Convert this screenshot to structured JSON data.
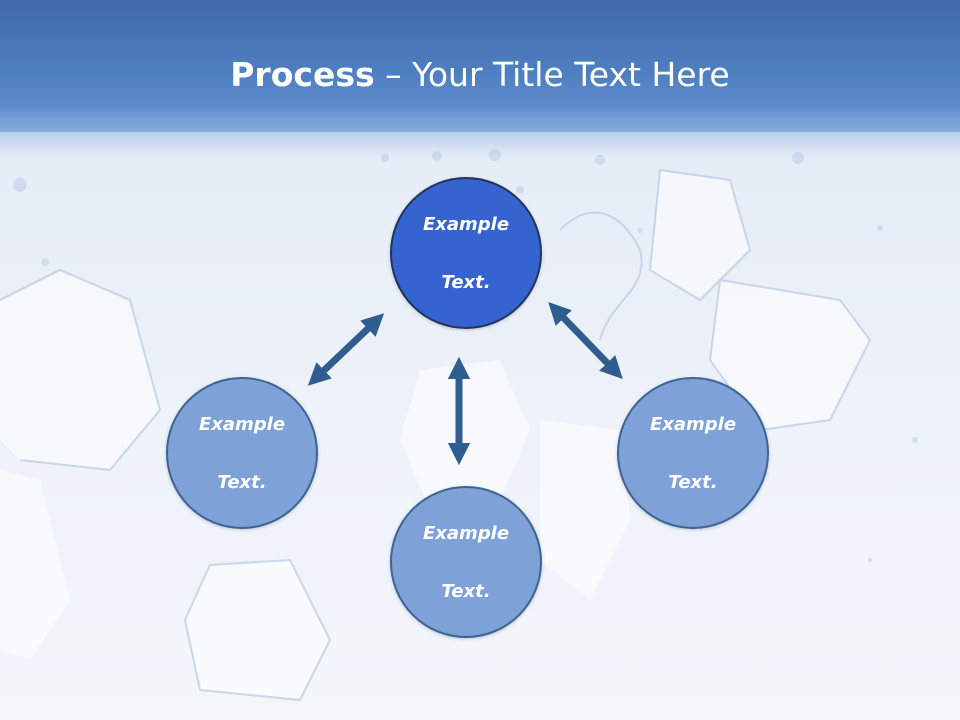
{
  "slide": {
    "title_bold": "Process",
    "title_rest": " – Your Title Text Here"
  },
  "diagram": {
    "nodes": [
      {
        "id": "top",
        "label_line1": "Example",
        "label_line2": "Text."
      },
      {
        "id": "left",
        "label_line1": "Example",
        "label_line2": "Text."
      },
      {
        "id": "bottom",
        "label_line1": "Example",
        "label_line2": "Text."
      },
      {
        "id": "right",
        "label_line1": "Example",
        "label_line2": "Text."
      }
    ]
  },
  "colors": {
    "header": "#4e7fc0",
    "primary_node": "#3563cf",
    "secondary_node": "#7ea1d8",
    "arrow": "#2f5d8f"
  }
}
